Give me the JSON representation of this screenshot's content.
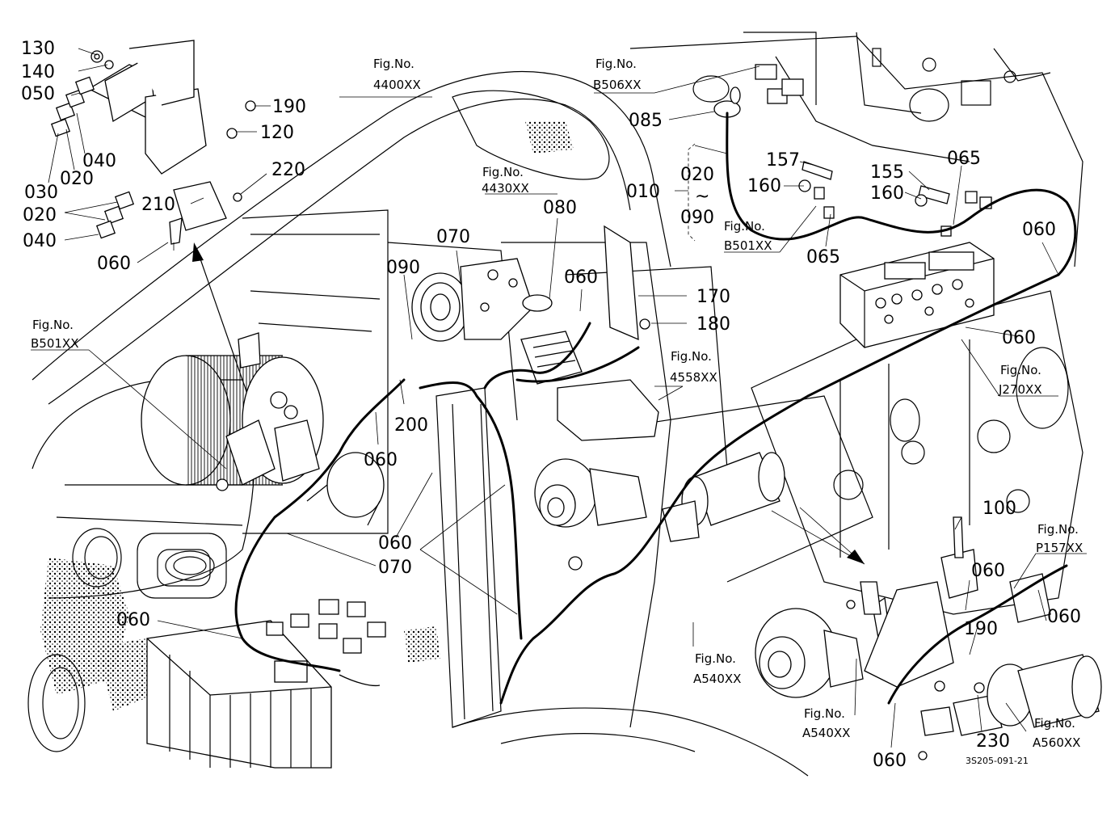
{
  "diagram": {
    "drawing_code": "3S205-091-21",
    "callouts": [
      {
        "id": "c130",
        "text": "130"
      },
      {
        "id": "c140",
        "text": "140"
      },
      {
        "id": "c050",
        "text": "050"
      },
      {
        "id": "c040a",
        "text": "040"
      },
      {
        "id": "c020a",
        "text": "020"
      },
      {
        "id": "c030",
        "text": "030"
      },
      {
        "id": "c190a",
        "text": "190"
      },
      {
        "id": "c120",
        "text": "120"
      },
      {
        "id": "c220",
        "text": "220"
      },
      {
        "id": "c210",
        "text": "210"
      },
      {
        "id": "c020b",
        "text": "020"
      },
      {
        "id": "c040b",
        "text": "040"
      },
      {
        "id": "c060a",
        "text": "060"
      },
      {
        "id": "c085",
        "text": "085"
      },
      {
        "id": "c157",
        "text": "157"
      },
      {
        "id": "c160a",
        "text": "160"
      },
      {
        "id": "c155",
        "text": "155"
      },
      {
        "id": "c160b",
        "text": "160"
      },
      {
        "id": "c065a",
        "text": "065"
      },
      {
        "id": "c010",
        "text": "010"
      },
      {
        "id": "c020c",
        "text": "020"
      },
      {
        "id": "c090a",
        "text": "090"
      },
      {
        "id": "c065b",
        "text": "065"
      },
      {
        "id": "c060b",
        "text": "060"
      },
      {
        "id": "c080",
        "text": "080"
      },
      {
        "id": "c070a",
        "text": "070"
      },
      {
        "id": "c090b",
        "text": "090"
      },
      {
        "id": "c060c",
        "text": "060"
      },
      {
        "id": "c170",
        "text": "170"
      },
      {
        "id": "c180",
        "text": "180"
      },
      {
        "id": "c060d",
        "text": "060"
      },
      {
        "id": "c200",
        "text": "200"
      },
      {
        "id": "c060e",
        "text": "060"
      },
      {
        "id": "c060f",
        "text": "060"
      },
      {
        "id": "c070b",
        "text": "070"
      },
      {
        "id": "c060g",
        "text": "060"
      },
      {
        "id": "c100",
        "text": "100"
      },
      {
        "id": "c060h",
        "text": "060"
      },
      {
        "id": "c060i",
        "text": "060"
      },
      {
        "id": "c190b",
        "text": "190"
      },
      {
        "id": "c230",
        "text": "230"
      },
      {
        "id": "c060j",
        "text": "060"
      }
    ],
    "figure_refs": [
      {
        "id": "f4400",
        "line1": "Fig.No.",
        "line2": "4400XX"
      },
      {
        "id": "fB506",
        "line1": "Fig.No.",
        "line2": "B506XX"
      },
      {
        "id": "f4430",
        "line1": "Fig.No.",
        "line2": "4430XX"
      },
      {
        "id": "fB501a",
        "line1": "Fig.No.",
        "line2": "B501XX"
      },
      {
        "id": "fB501b",
        "line1": "Fig.No.",
        "line2": "B501XX"
      },
      {
        "id": "f4558",
        "line1": "Fig.No.",
        "line2": "4558XX"
      },
      {
        "id": "fJ270",
        "line1": "Fig.No.",
        "line2": "J270XX"
      },
      {
        "id": "fP157",
        "line1": "Fig.No.",
        "line2": "P157XX"
      },
      {
        "id": "fA540a",
        "line1": "Fig.No.",
        "line2": "A540XX"
      },
      {
        "id": "fA540b",
        "line1": "Fig.No.",
        "line2": "A540XX"
      },
      {
        "id": "fA560",
        "line1": "Fig.No.",
        "line2": "A560XX"
      }
    ],
    "range_symbol": "~"
  }
}
